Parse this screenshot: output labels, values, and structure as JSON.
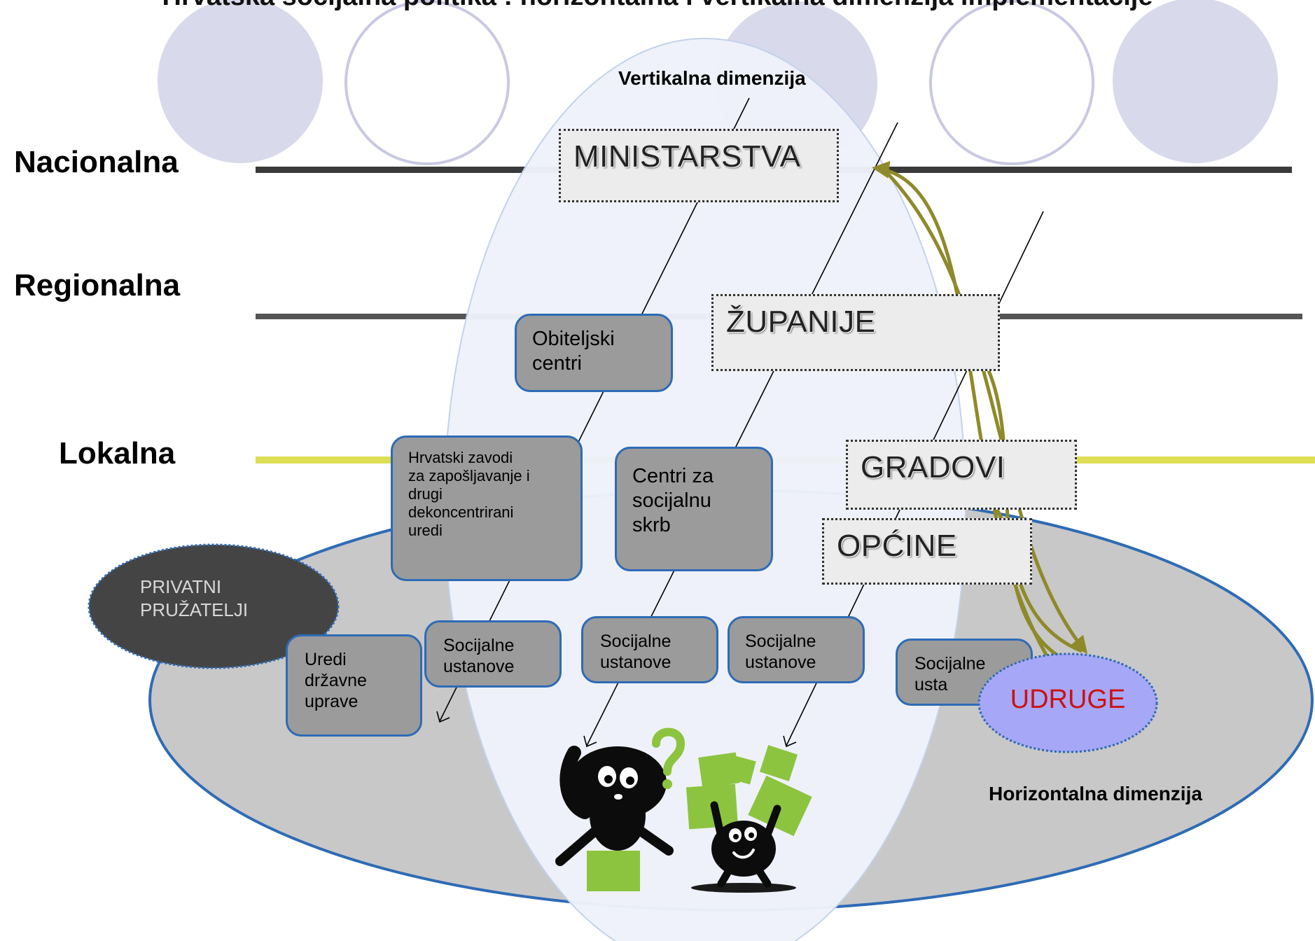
{
  "title": "Hrvatska socijalna politika : horizontalna i vertikalna dimenzija implementacije",
  "levels": {
    "national": "Nacionalna",
    "regional": "Regionalna",
    "local": "Lokalna"
  },
  "vertical_label": "Vertikalna dimenzija",
  "horizontal_label": "Horizontalna dimenzija",
  "government": {
    "ministries": "MINISTARSTVA",
    "counties": "ŽUPANIJE",
    "cities": "GRADOVI",
    "municipalities": "OPĆINE"
  },
  "institutions": {
    "family_centres": "Obiteljski centri",
    "employment_line1": "Hrvatski zavodi",
    "employment_line2": "za zapošljavanje i",
    "employment_line3": "drugi",
    "employment_line4": "dekoncentrirani",
    "employment_line5": "uredi",
    "social_centres_line1": "Centri za",
    "social_centres_line2": "socijalnu",
    "social_centres_line3": "skrb",
    "state_admin_line1": "Uredi",
    "state_admin_line2": "državne",
    "state_admin_line3": "uprave",
    "social_inst_line1": "Socijalne",
    "social_inst_line2": "ustanove",
    "social_inst_partial": "usta"
  },
  "private_providers_line1": "PRIVATNI",
  "private_providers_line2": "PRUŽATELJI",
  "associations": "UDRUGE",
  "colors": {
    "circle_fill": "#d9d9ec",
    "circle_outline": "#c9c9e3",
    "vertical_ellipse": "#eef2fa",
    "horizontal_ellipse": "#c8c8c8",
    "ellipse_border": "#2e6bb5",
    "national_line": "#3a3a3a",
    "regional_line": "#555555",
    "local_line": "#dede55",
    "institution_fill": "#9b9b9b",
    "private_fill": "#444444",
    "udruge_fill": "#a7a7f7",
    "udruge_text": "#cc1111",
    "relation_arrow": "#8e8a2a",
    "figure_black": "#0c0c0c",
    "box_green": "#8cc43f"
  },
  "icons": [
    "confused-person-icon",
    "question-mark-icon",
    "juggling-person-icon",
    "green-box-icon"
  ]
}
